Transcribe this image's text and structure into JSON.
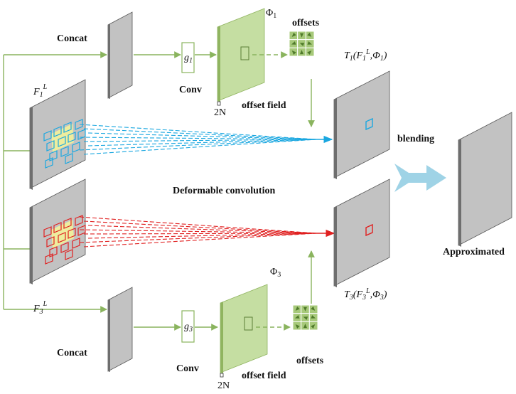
{
  "labels": {
    "concat_top": "Concat",
    "concat_bottom": "Concat",
    "conv_top": "Conv",
    "conv_bottom": "Conv",
    "g1_base": "g",
    "g1_sub": "1",
    "g3_base": "g",
    "g3_sub": "3",
    "phi1_base": "Φ",
    "phi1_sub": "1",
    "phi3_base": "Φ",
    "phi3_sub": "3",
    "offsets_top": "offsets",
    "offsets_bottom": "offsets",
    "offset_field_top": "offset field",
    "offset_field_bottom": "offset field",
    "twoN_top": "2N",
    "twoN_bottom": "2N",
    "f1_base": "F",
    "f1_sub": "1",
    "f1_sup": "L",
    "f3_base": "F",
    "f3_sub": "3",
    "f3_sup": "L",
    "t1": {
      "T": "T",
      "tsub": "1",
      "open": "(",
      "F": "F",
      "fsub": "1",
      "fsup": "L",
      "comma": ",",
      "phi": "Φ",
      "phisub": "1",
      "close": ")"
    },
    "t3": {
      "T": "T",
      "tsub": "3",
      "open": "(",
      "F": "F",
      "fsub": "3",
      "fsup": "L",
      "comma": ",",
      "phi": "Φ",
      "phisub": "3",
      "close": ")"
    },
    "blending": "blending",
    "deformable_convolution": "Deformable convolution",
    "approximated": "Approximated"
  },
  "colors": {
    "plane_face": "#c2c2c2",
    "plane_side": "#6e6e6e",
    "plane_top": "#e0e0e0",
    "green_face": "#c5dea2",
    "green_side": "#90b460",
    "green_top": "#dfeecb",
    "green_line": "#8ab45e",
    "grid_cell": "#a7c97a",
    "grid_arrow": "#4f7a2a",
    "blue": "#1aa7e0",
    "red": "#e02020",
    "yellow": "#f3f29a",
    "blend_arrow": "#9fd3e6"
  }
}
